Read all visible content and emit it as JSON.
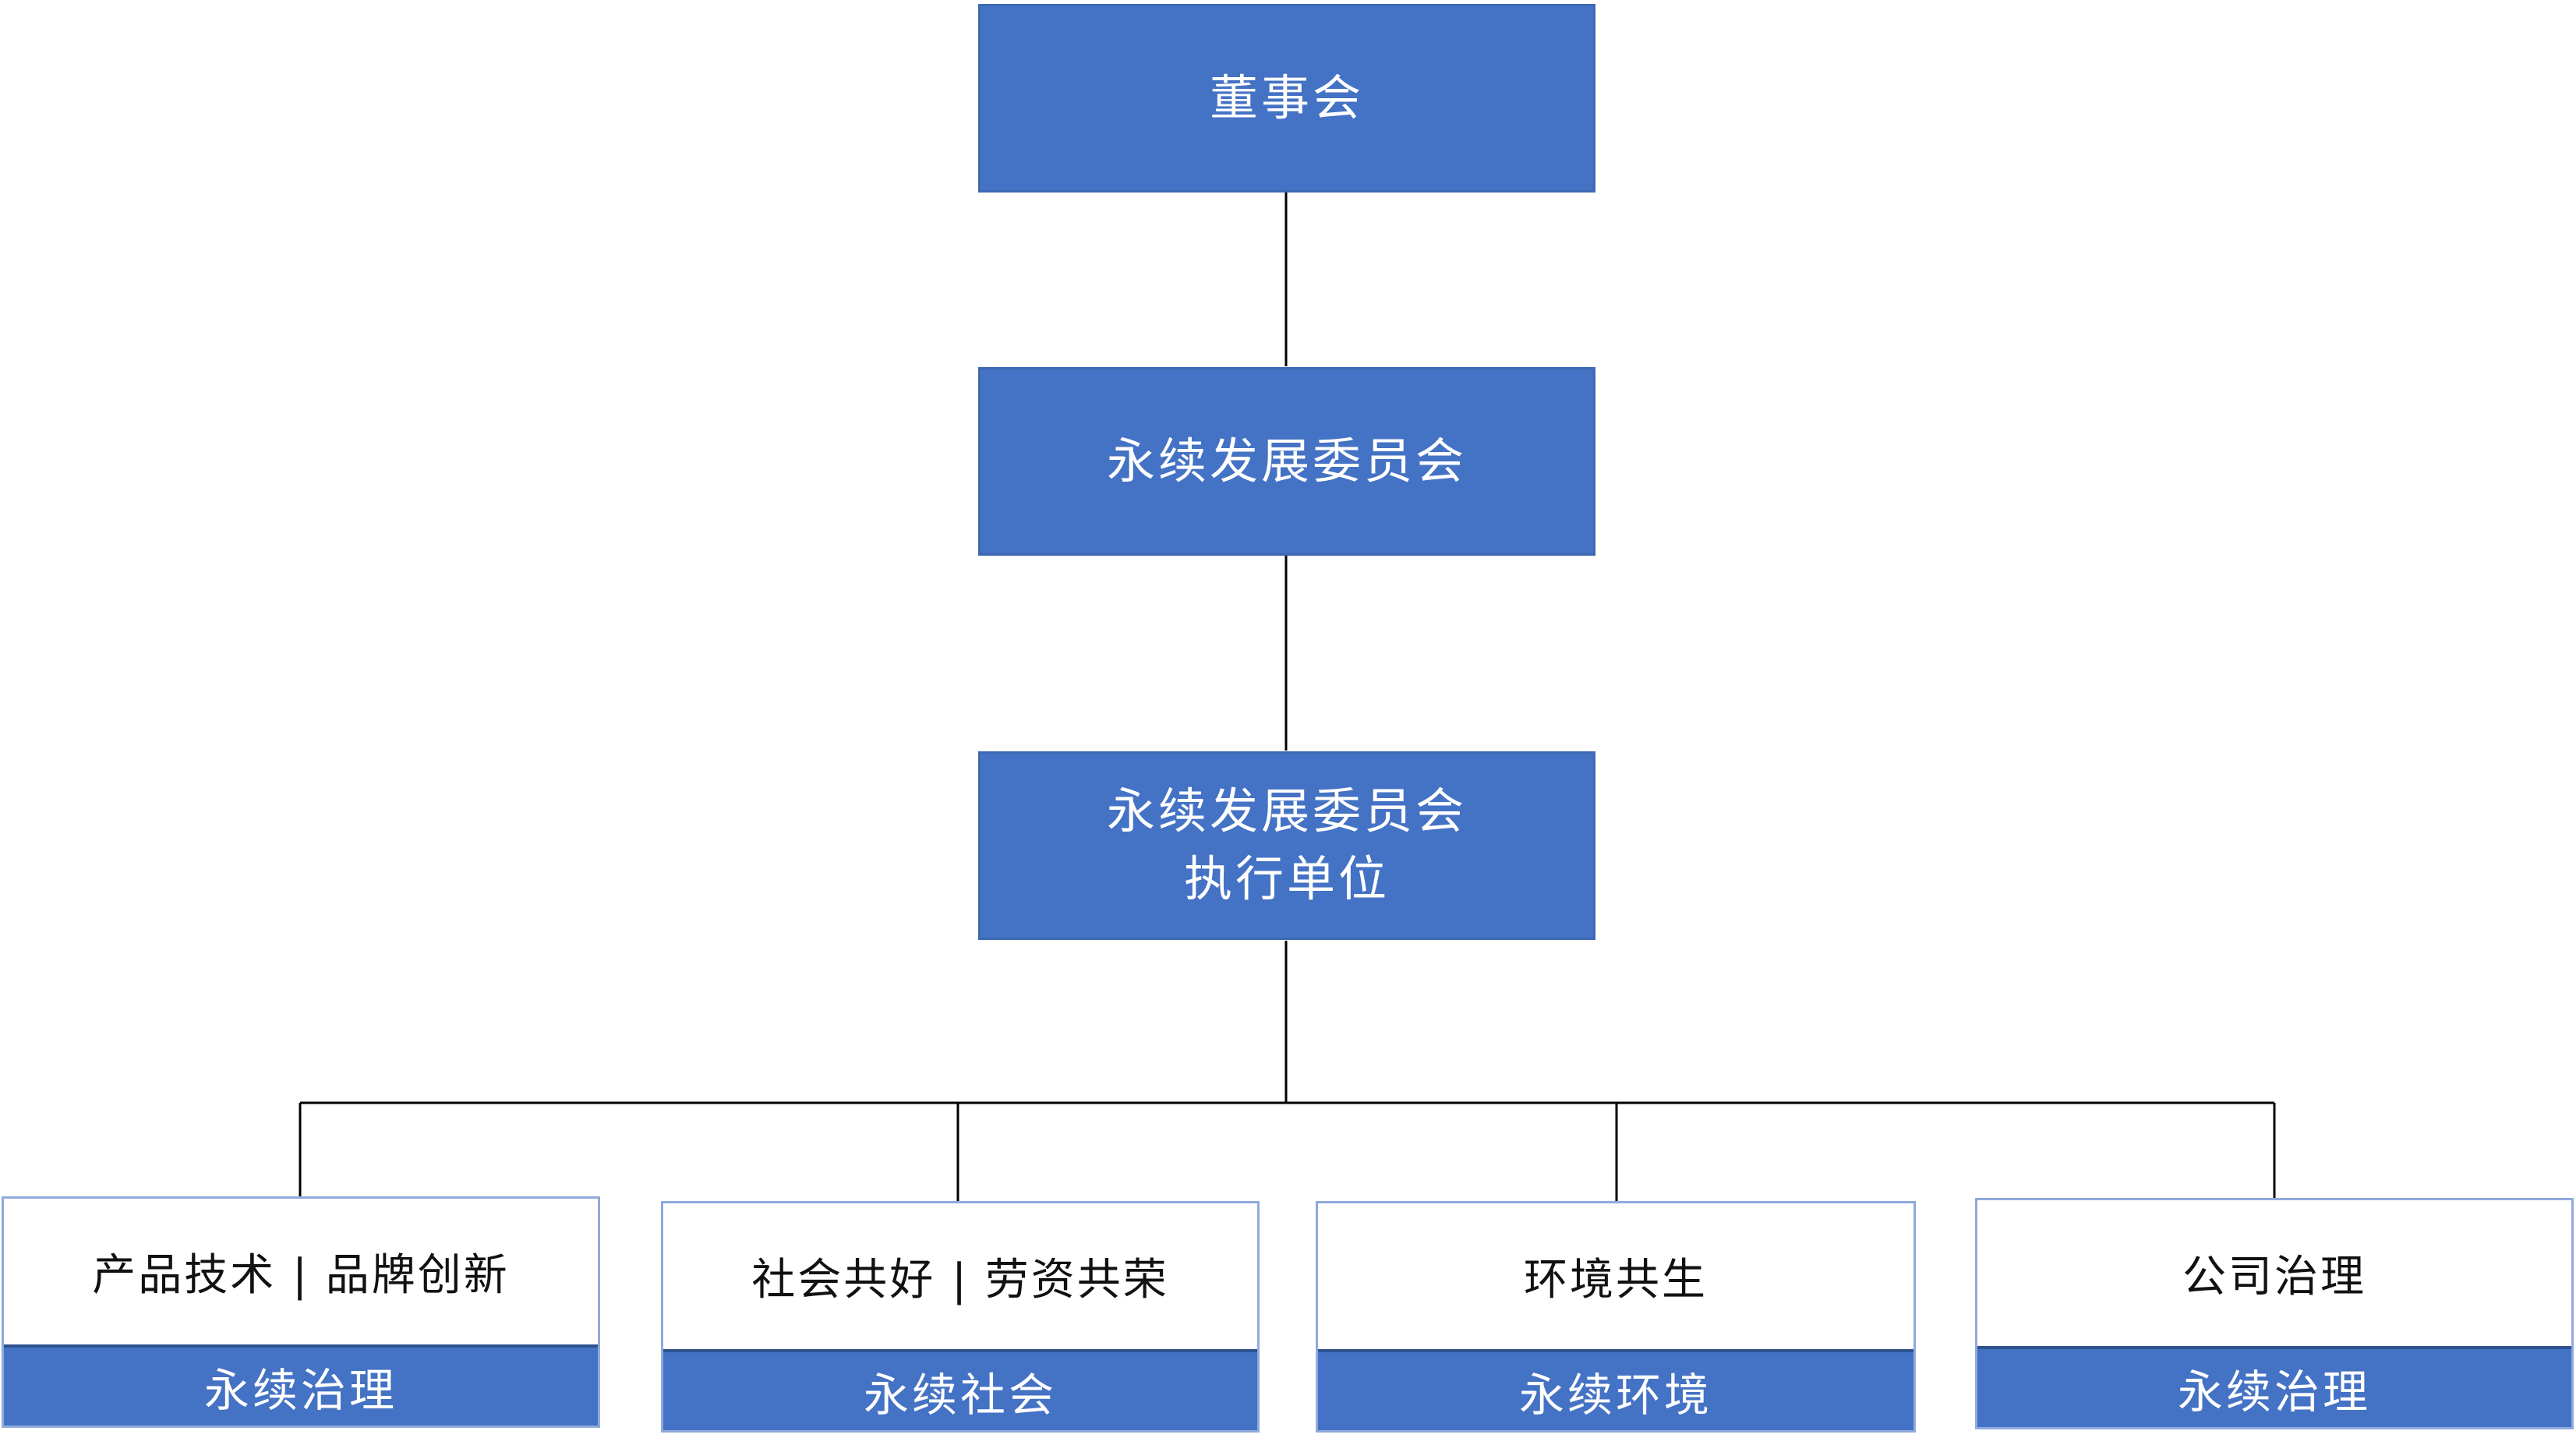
{
  "colors": {
    "primary_fill": "#4472C4",
    "leaf_border": "#8FAADC",
    "connector": "#000000"
  },
  "nodes": {
    "board": {
      "label": "董事会"
    },
    "committee": {
      "label": "永续发展委员会"
    },
    "executive": {
      "line1": "永续发展委员会",
      "line2": "执行单位"
    }
  },
  "groups": [
    {
      "title": "产品技术 | 品牌创新",
      "category": "永续治理"
    },
    {
      "title": "社会共好 | 劳资共荣",
      "category": "永续社会"
    },
    {
      "title": "环境共生",
      "category": "永续环境"
    },
    {
      "title": "公司治理",
      "category": "永续治理"
    }
  ]
}
